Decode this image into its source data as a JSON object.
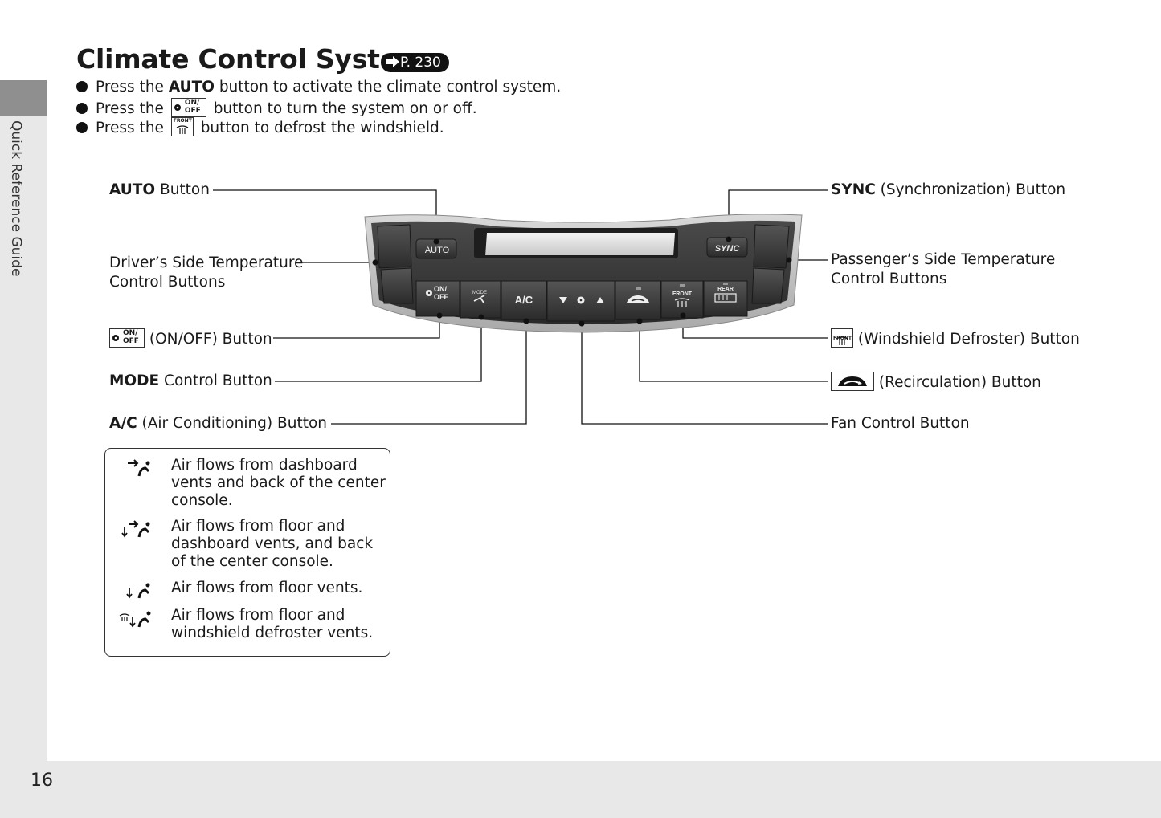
{
  "side_label": "Quick Reference Guide",
  "page_number": "16",
  "title": "Climate Control System",
  "page_ref": "P. 230",
  "bullets": [
    {
      "pre": "Press the ",
      "bold": "AUTO",
      "post": " button to activate the climate control system."
    },
    {
      "pre": "Press the ",
      "post": " button to turn the system on or off."
    },
    {
      "pre": "Press the ",
      "post": " button to defrost the windshield."
    }
  ],
  "icons": {
    "on": "ON/",
    "off": "OFF",
    "front": "FRONT",
    "mode": "MODE",
    "rear": "REAR"
  },
  "callouts": {
    "auto_bold": "AUTO",
    "auto_rest": " Button",
    "driver_temp_1": "Driver’s Side Temperature",
    "driver_temp_2": "Control Buttons",
    "onoff_rest": " (ON/OFF) Button",
    "mode_bold": "MODE",
    "mode_rest": " Control Button",
    "ac_bold": "A/C",
    "ac_rest": " (Air Conditioning) Button",
    "sync_bold": "SYNC",
    "sync_rest": " (Synchronization) Button",
    "pass_temp_1": "Passenger’s Side Temperature",
    "pass_temp_2": "Control Buttons",
    "defrost_rest": " (Windshield Defroster) Button",
    "recirc_rest": " (Recirculation) Button",
    "fan": "Fan Control Button"
  },
  "panel": {
    "auto": "AUTO",
    "sync": "SYNC",
    "ac": "A/C",
    "on": "ON/",
    "off": "OFF",
    "mode": "MODE",
    "front": "FRONT",
    "rear": "REAR"
  },
  "legend": [
    "Air flows from dashboard vents and back of the center console.",
    "Air flows from floor and dashboard vents, and back of the center console.",
    "Air flows from floor vents.",
    "Air flows from floor and windshield defroster vents."
  ]
}
